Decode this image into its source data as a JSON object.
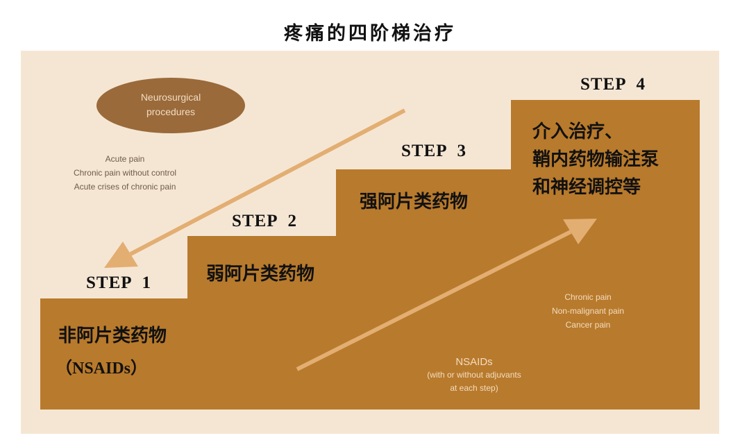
{
  "title": "疼痛的四阶梯治疗",
  "colors": {
    "panel": "#f5e6d4",
    "stairs": "#b87a2c",
    "arrow": "#e3ae72",
    "ellipse": "#9a6a3a"
  },
  "steps": [
    {
      "label": "STEP",
      "num": "1",
      "drugs": "非阿片类药物",
      "drugs_en": "（NSAIDs）"
    },
    {
      "label": "STEP",
      "num": "2",
      "drugs": "弱阿片类药物"
    },
    {
      "label": "STEP",
      "num": "3",
      "drugs": "强阿片类药物"
    },
    {
      "label": "STEP",
      "num": "4",
      "drugs_lines": [
        "介入治疗、",
        "鞘内药物输注泵",
        "和神经调控等"
      ]
    }
  ],
  "ellipse_lines": [
    "Neurosurgical",
    "procedures"
  ],
  "acute_lines": [
    "Acute pain",
    "Chronic pain without control",
    "Acute crises of chronic pain"
  ],
  "chronic_lines": [
    "Chronic pain",
    "Non-malignant pain",
    "Cancer pain"
  ],
  "nsaids": {
    "title": "NSAIDs",
    "lines": [
      "(with or without adjuvants",
      "at each step)"
    ]
  }
}
